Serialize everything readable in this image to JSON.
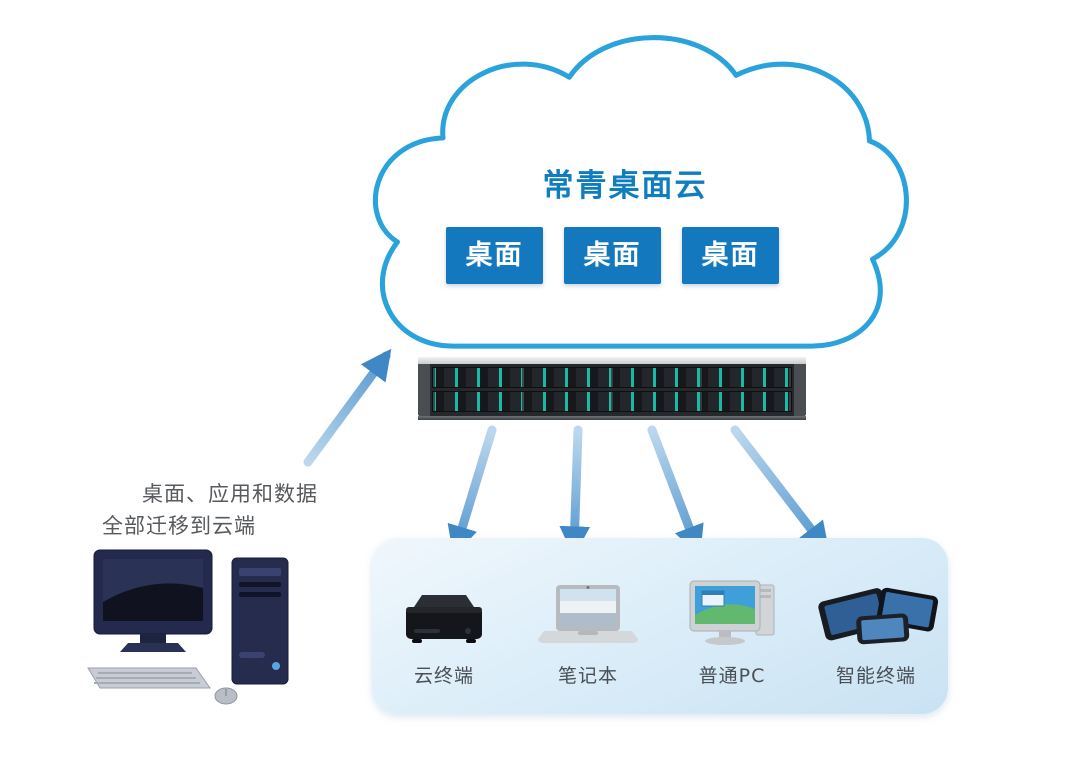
{
  "cloud": {
    "title": "常青桌面云",
    "desktop_boxes": [
      "桌面",
      "桌面",
      "桌面"
    ]
  },
  "migration": {
    "line1": "桌面、应用和数据",
    "line2": "全部迁移到云端"
  },
  "devices": [
    {
      "label": "云终端"
    },
    {
      "label": "笔记本"
    },
    {
      "label": "普通PC"
    },
    {
      "label": "智能终端"
    }
  ],
  "icons": {
    "cloud": "cloud-outline-icon",
    "server": "rack-server-icon",
    "up_arrow": "up-arrow-icon",
    "down_arrows": [
      "down-arrow-icon-1",
      "down-arrow-icon-2",
      "down-arrow-icon-3",
      "down-arrow-icon-4"
    ],
    "devices": [
      "mini-pc-icon",
      "laptop-icon",
      "desktop-monitor-icon",
      "smart-devices-icon"
    ],
    "workstation": "desktop-workstation-icon"
  },
  "colors": {
    "cloud_outline": "#2aa2dc",
    "title_blue": "#0f7ec0",
    "box_blue": "#1478bf",
    "panel_bg": "#ddeef9",
    "arrow_blue": "#4c92cc",
    "server_led_teal": "#19b9a4",
    "label_gray": "#4a4f54"
  }
}
